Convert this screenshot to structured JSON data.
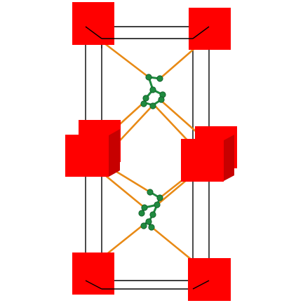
{
  "scene": {
    "colors": {
      "background": "#ffffff",
      "cell_edge": "#000000",
      "metal_octahedron": "#ff0000",
      "metal_octahedron_side": "#c70000",
      "linker_bond": "#e88a16",
      "linker_atom": "#1f8a3f"
    },
    "components": {
      "unit_cell": "unit-cell-box",
      "metal_nodes": [
        "metal-node",
        "metal-node",
        "metal-node",
        "metal-node",
        "metal-node",
        "metal-node",
        "metal-node",
        "metal-node"
      ],
      "linkers": [
        "bridging-linker",
        "bridging-linker"
      ]
    }
  }
}
